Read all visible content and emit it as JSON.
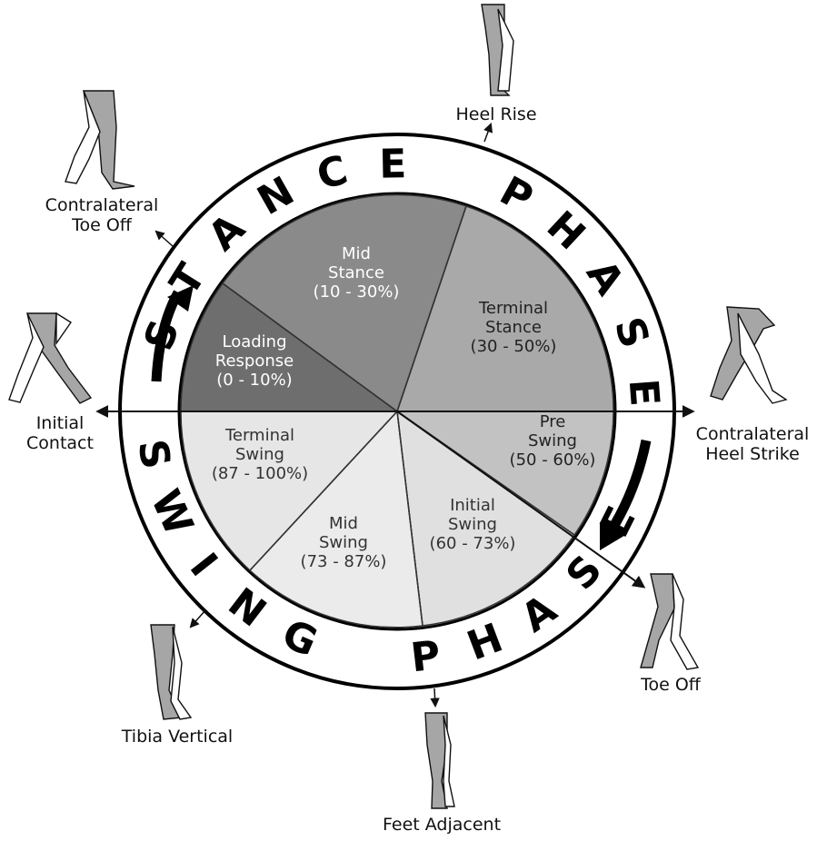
{
  "diagram": {
    "stance_word": "STANCE PHASE",
    "swing_word": "SWING PHASE",
    "segments": [
      {
        "id": "loading-response",
        "lines": [
          "Loading",
          "Response",
          "(0 - 10%)"
        ],
        "fill": "#6e6e6e",
        "text_color": "#ffffff"
      },
      {
        "id": "mid-stance",
        "lines": [
          "Mid",
          "Stance",
          "(10 - 30%)"
        ],
        "fill": "#8a8a8a",
        "text_color": "#ffffff"
      },
      {
        "id": "terminal-stance",
        "lines": [
          "Terminal",
          "Stance",
          "(30 - 50%)"
        ],
        "fill": "#a9a9a9",
        "text_color": "#222222"
      },
      {
        "id": "pre-swing",
        "lines": [
          "Pre",
          "Swing",
          "(50 - 60%)"
        ],
        "fill": "#c2c2c2",
        "text_color": "#222222"
      },
      {
        "id": "initial-swing",
        "lines": [
          "Initial",
          "Swing",
          "(60 - 73%)"
        ],
        "fill": "#e0e0e0",
        "text_color": "#333333"
      },
      {
        "id": "mid-swing",
        "lines": [
          "Mid",
          "Swing",
          "(73 - 87%)"
        ],
        "fill": "#ebebeb",
        "text_color": "#333333"
      },
      {
        "id": "terminal-swing",
        "lines": [
          "Terminal",
          "Swing",
          "(87 - 100%)"
        ],
        "fill": "#e6e6e6",
        "text_color": "#333333"
      }
    ],
    "events": [
      {
        "id": "initial-contact",
        "lines": [
          "Initial",
          "Contact"
        ]
      },
      {
        "id": "contralateral-toe-off",
        "lines": [
          "Contralateral",
          "Toe Off"
        ]
      },
      {
        "id": "heel-rise",
        "lines": [
          "Heel Rise"
        ]
      },
      {
        "id": "contralateral-heel-strike",
        "lines": [
          "Contralateral",
          "Heel Strike"
        ]
      },
      {
        "id": "toe-off",
        "lines": [
          "Toe Off"
        ]
      },
      {
        "id": "feet-adjacent",
        "lines": [
          "Feet Adjacent"
        ]
      },
      {
        "id": "tibia-vertical",
        "lines": [
          "Tibia Vertical"
        ]
      }
    ]
  }
}
